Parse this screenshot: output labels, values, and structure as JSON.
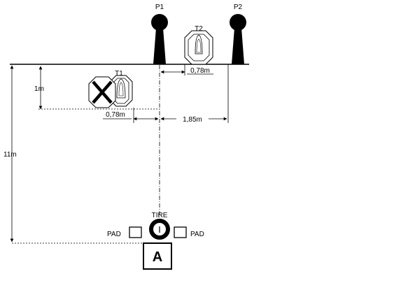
{
  "posts": [
    {
      "id": "p1",
      "label": "P1"
    },
    {
      "id": "p2",
      "label": "P2"
    }
  ],
  "targets": [
    {
      "id": "t1",
      "label": "T1",
      "no_shoot": true
    },
    {
      "id": "t2",
      "label": "T2",
      "no_shoot": false
    }
  ],
  "dimensions": {
    "t2_offset": "0,78m",
    "t1_offset": "0,78m",
    "p2_offset": "1,85m",
    "t1_depth": "1m",
    "range_length": "11m"
  },
  "props": {
    "tire": "TIRE",
    "pad_left": "PAD",
    "pad_right": "PAD",
    "start_box": "A"
  },
  "colors": {
    "ink": "#000000",
    "background": "#ffffff"
  }
}
